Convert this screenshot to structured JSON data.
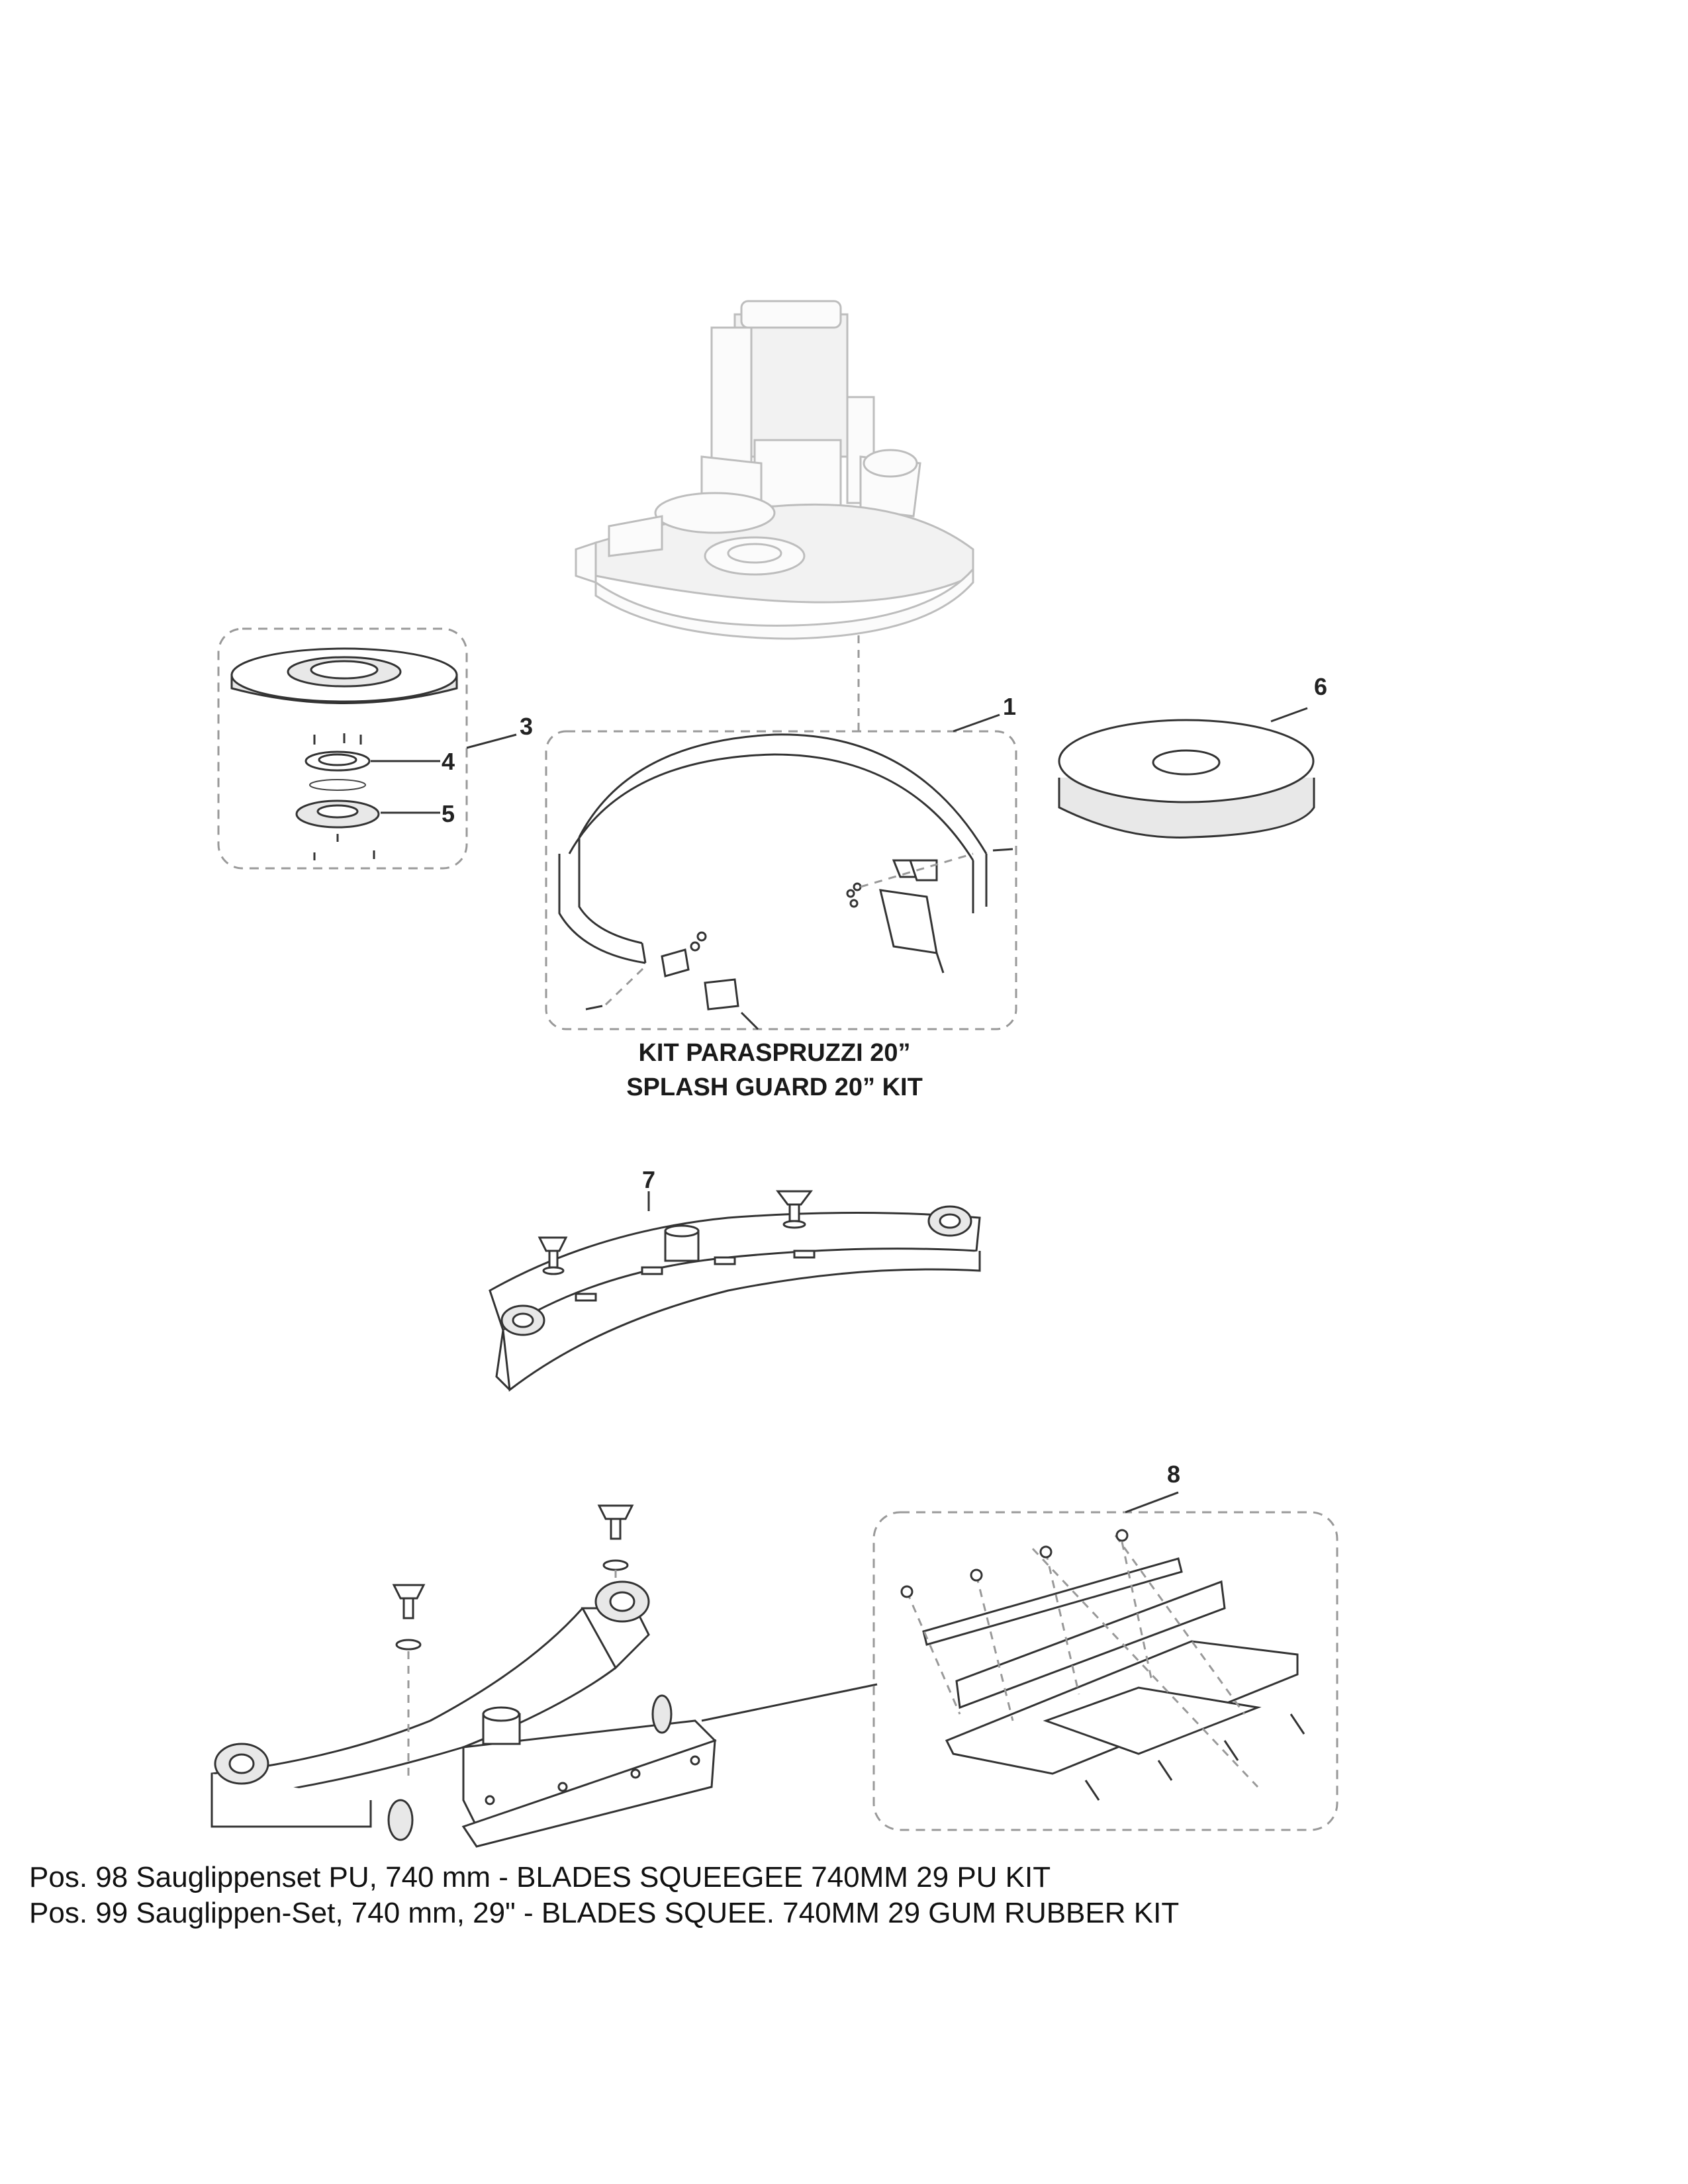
{
  "callouts": {
    "c1": "1",
    "c3": "3",
    "c4": "4",
    "c5": "5",
    "c6": "6",
    "c7": "7",
    "c8": "8"
  },
  "kit": {
    "title_it": "KIT PARASPRUZZI 20”",
    "title_en": "SPLASH GUARD 20” KIT"
  },
  "notes": {
    "pos_98": "Pos. 98 Sauglippenset PU, 740 mm - BLADES SQUEEGEE 740MM 29 PU KIT",
    "pos_99": "Pos. 99 Sauglippen-Set, 740 mm, 29\" - BLADES SQUEE. 740MM 29 GUM RUBBER KIT"
  }
}
